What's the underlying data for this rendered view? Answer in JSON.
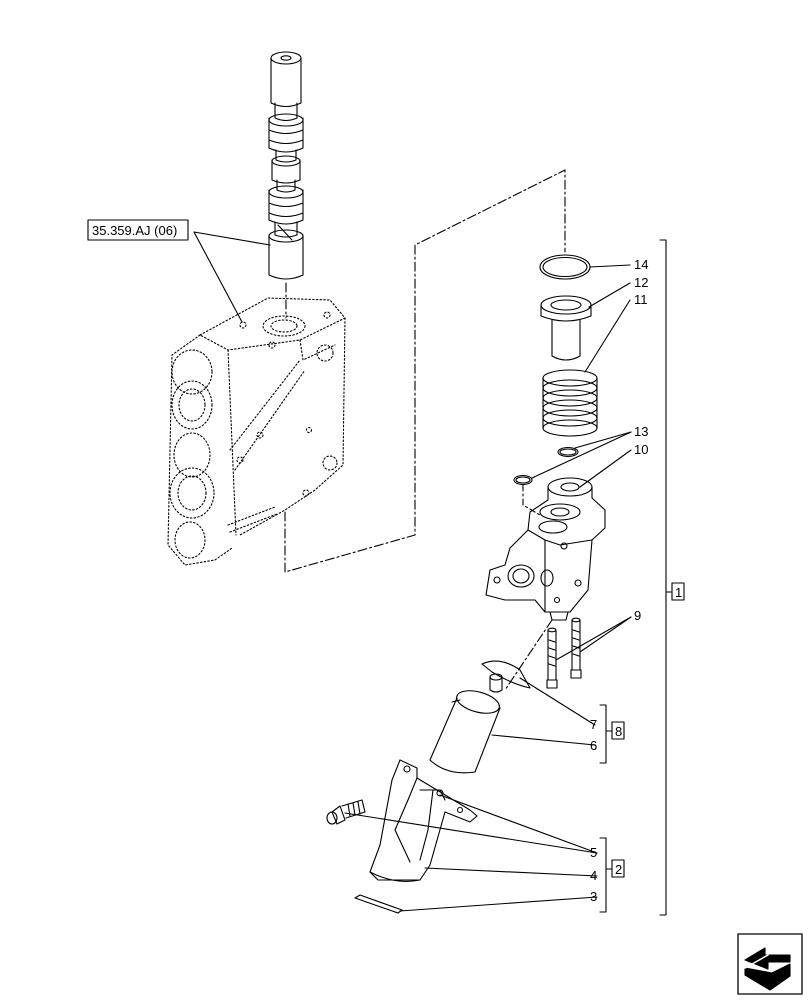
{
  "reference_label": "35.359.AJ (06)",
  "callouts": {
    "c14": "14",
    "c12": "12",
    "c11": "11",
    "c13": "13",
    "c10": "10",
    "c9": "9",
    "c7": "7",
    "c6": "6",
    "c5": "5",
    "c4": "4",
    "c3": "3"
  },
  "kits": {
    "k1": "1",
    "k8": "8",
    "k2": "2"
  },
  "nav_icon": "next-page-arrow-icon"
}
